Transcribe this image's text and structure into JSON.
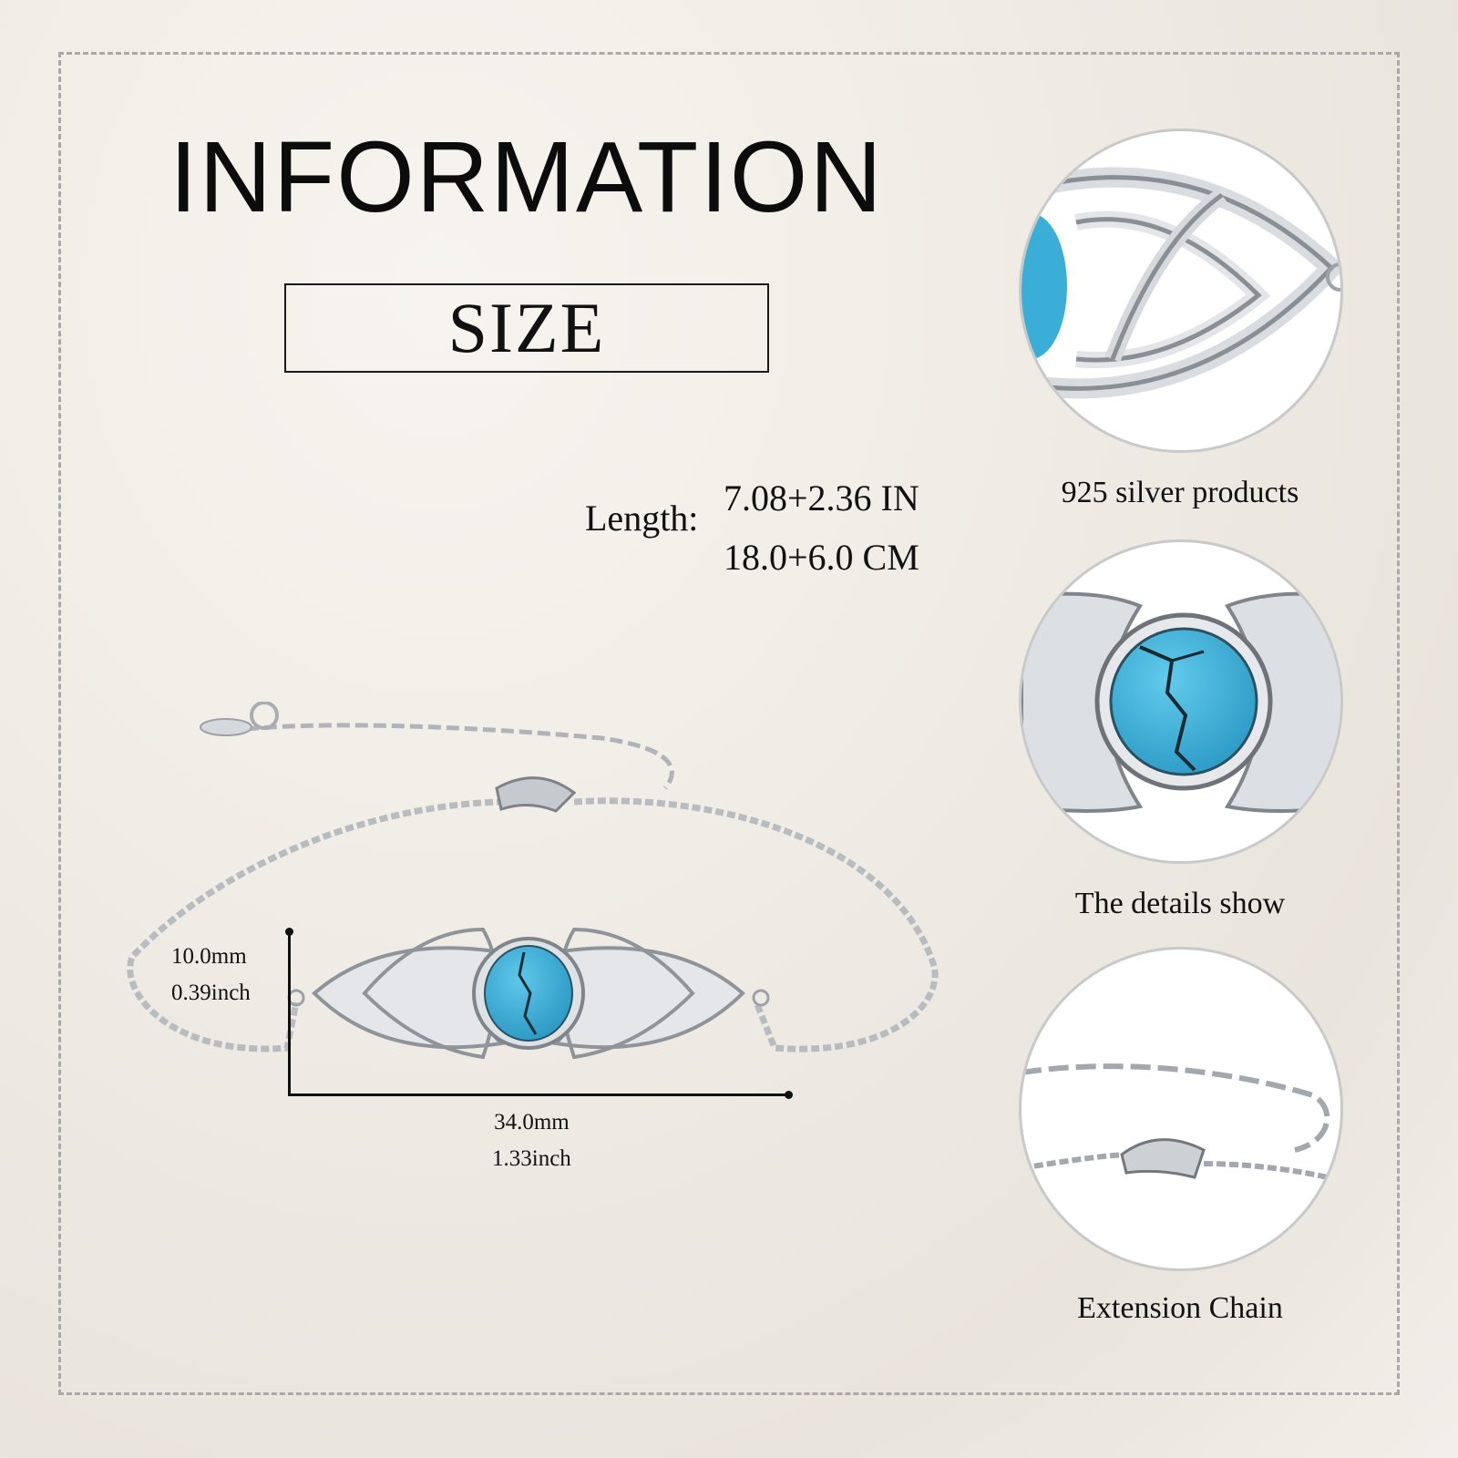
{
  "header": {
    "title": "INFORMATION",
    "section_label": "SIZE"
  },
  "length": {
    "label": "Length:",
    "inches": "7.08+2.36 IN",
    "centimeters": "18.0+6.0 CM"
  },
  "dimensions": {
    "height_mm": "10.0mm",
    "height_inch": "0.39inch",
    "width_mm": "34.0mm",
    "width_inch": "1.33inch"
  },
  "details": [
    {
      "caption": "925 silver products",
      "image": "celtic-knot-closeup"
    },
    {
      "caption": "The details show",
      "image": "turquoise-stone-closeup"
    },
    {
      "caption": "Extension Chain",
      "image": "extension-chain-closeup"
    }
  ],
  "colors": {
    "turquoise": "#3aaed6",
    "silver": "#c9ccd0",
    "frame_dash": "#a9a9a9",
    "text": "#111111"
  }
}
